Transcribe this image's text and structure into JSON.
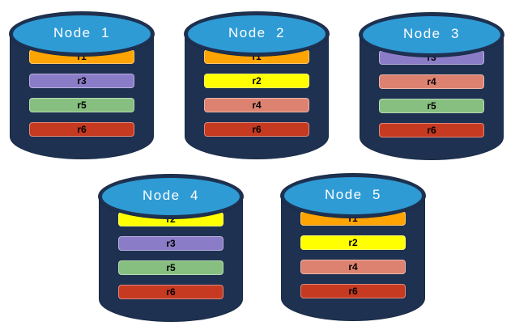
{
  "colors": {
    "background": "#FFFFFF",
    "cylinder_body": "#1E3150",
    "cylinder_top": "#2E9BD5",
    "title_text": "#FFFFFF",
    "bar_text": "#000000",
    "replica_colors": {
      "r1": "#FFA402",
      "r2": "#FFFF00",
      "r3": "#8B7CC8",
      "r4": "#DD8271",
      "r5": "#87BF80",
      "r6": "#C63A22"
    }
  },
  "nodes": [
    {
      "title": "Node  1",
      "replicas": [
        {
          "label": "r1",
          "color": "#FFA402"
        },
        {
          "label": "r3",
          "color": "#8B7CC8"
        },
        {
          "label": "r5",
          "color": "#87BF80"
        },
        {
          "label": "r6",
          "color": "#C63A22"
        }
      ]
    },
    {
      "title": "Node  2",
      "replicas": [
        {
          "label": "r1",
          "color": "#FFA402"
        },
        {
          "label": "r2",
          "color": "#FFFF00"
        },
        {
          "label": "r4",
          "color": "#DD8271"
        },
        {
          "label": "r6",
          "color": "#C63A22"
        }
      ]
    },
    {
      "title": "Node  3",
      "replicas": [
        {
          "label": "r3",
          "color": "#8B7CC8"
        },
        {
          "label": "r4",
          "color": "#DD8271"
        },
        {
          "label": "r5",
          "color": "#87BF80"
        },
        {
          "label": "r6",
          "color": "#C63A22"
        }
      ]
    },
    {
      "title": "Node  4",
      "replicas": [
        {
          "label": "r2",
          "color": "#FFFF00"
        },
        {
          "label": "r3",
          "color": "#8B7CC8"
        },
        {
          "label": "r5",
          "color": "#87BF80"
        },
        {
          "label": "r6",
          "color": "#C63A22"
        }
      ]
    },
    {
      "title": "Node  5",
      "replicas": [
        {
          "label": "r1",
          "color": "#FFA402"
        },
        {
          "label": "r2",
          "color": "#FFFF00"
        },
        {
          "label": "r4",
          "color": "#DD8271"
        },
        {
          "label": "r6",
          "color": "#C63A22"
        }
      ]
    }
  ]
}
